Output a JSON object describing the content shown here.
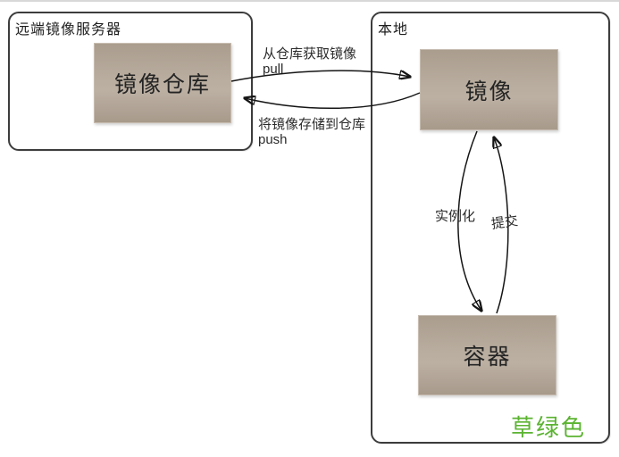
{
  "page": {
    "background": "#ffffff",
    "top_rule_color": "#d8d8d8",
    "node_fill": "#b3a79a",
    "border_color": "#3d3d3d"
  },
  "diagram": {
    "remote_group": {
      "label": "远端镜像服务器",
      "repository_node": "镜像仓库"
    },
    "local_group": {
      "label": "本地",
      "image_node": "镜像",
      "container_node": "容器",
      "annotation": {
        "text": "草绿色",
        "color": "#5bb331"
      }
    },
    "edges": {
      "pull": {
        "description": "从仓库获取镜像",
        "command": "pull"
      },
      "push": {
        "description": "将镜像存储到仓库",
        "command": "push"
      },
      "instantiate": {
        "label": "实例化"
      },
      "commit": {
        "label": "提交"
      }
    }
  }
}
